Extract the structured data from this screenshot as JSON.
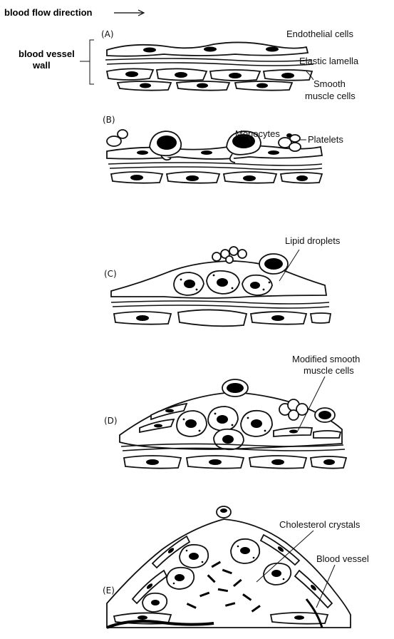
{
  "header": {
    "flow_label": "blood flow direction",
    "wall_label_line1": "blood vessel",
    "wall_label_line2": "wall"
  },
  "panels": {
    "a": {
      "tag": "(A)",
      "labels": [
        "Endothelial cells",
        "Elastic lamella",
        "Smooth",
        "muscle cells"
      ]
    },
    "b": {
      "tag": "(B)",
      "labels": [
        "Monocytes",
        "Platelets"
      ]
    },
    "c": {
      "tag": "(C)",
      "labels": [
        "Lipid droplets"
      ]
    },
    "d": {
      "tag": "(D)",
      "labels": [
        "Modified smooth",
        "muscle cells"
      ]
    },
    "e": {
      "tag": "(E)",
      "labels": [
        "Cholesterol crystals",
        "Blood vessel"
      ]
    }
  },
  "colors": {
    "ink": "#111111",
    "background": "#ffffff"
  }
}
